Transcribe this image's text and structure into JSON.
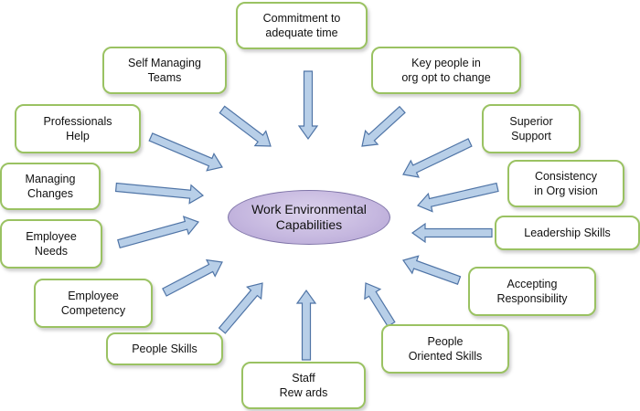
{
  "center": {
    "text": "Work Environmental\nCapabilities"
  },
  "factors": [
    {
      "id": "commitment",
      "text": "Commitment to\nadequate time"
    },
    {
      "id": "self-managing",
      "text": "Self Managing\nTeams"
    },
    {
      "id": "key-people",
      "text": "Key people in\norg opt to change"
    },
    {
      "id": "professionals-help",
      "text": "Professionals\nHelp"
    },
    {
      "id": "superior-support",
      "text": "Superior\nSupport"
    },
    {
      "id": "managing-changes",
      "text": "Managing\nChanges"
    },
    {
      "id": "consistency",
      "text": "Consistency\nin Org vision"
    },
    {
      "id": "employee-needs",
      "text": "Employee\nNeeds"
    },
    {
      "id": "leadership",
      "text": "Leadership Skills"
    },
    {
      "id": "employee-competency",
      "text": "Employee\nCompetency"
    },
    {
      "id": "accepting",
      "text": "Accepting\nResponsibility"
    },
    {
      "id": "people-skills",
      "text": "People Skills"
    },
    {
      "id": "people-oriented",
      "text": "People\nOriented Skills"
    },
    {
      "id": "staff-rewards",
      "text": "Staff\nRew ards"
    }
  ],
  "colors": {
    "box_border": "#9ac262",
    "arrow_fill": "#b8cfe8",
    "arrow_stroke": "#4f74a6",
    "center_fill": "#c5b7df",
    "center_border": "#7f74a8"
  }
}
